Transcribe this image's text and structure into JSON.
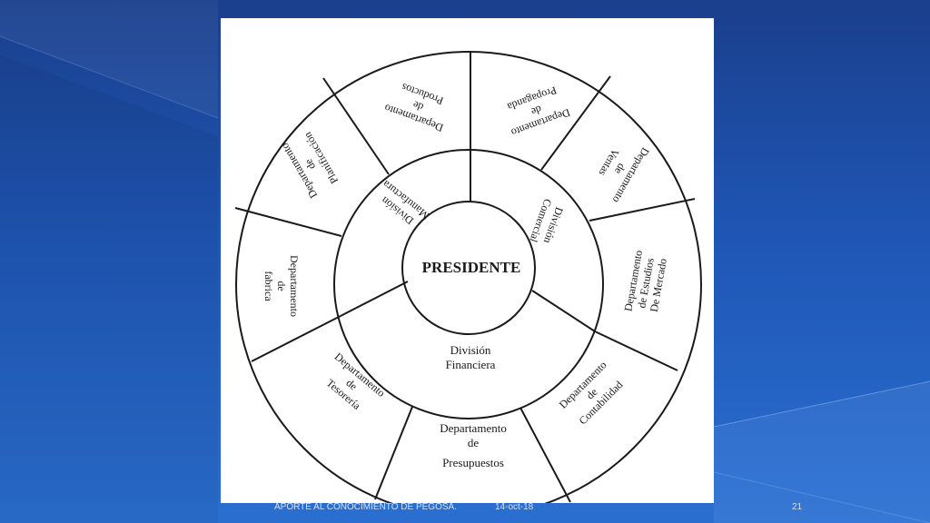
{
  "diagram": {
    "center": "PRESIDENTE",
    "divisions": {
      "manufactura": [
        "División",
        "Manufactura"
      ],
      "comercial": [
        "División",
        "Comercial"
      ],
      "financiera": [
        "División",
        "Financiera"
      ]
    },
    "departments": {
      "productos": [
        "Departamento",
        "de",
        "Productos"
      ],
      "propaganda": [
        "Departamento",
        "de",
        "Propaganda"
      ],
      "ventas": [
        "Departamento",
        "de",
        "Ventas"
      ],
      "mercado": [
        "Departamento",
        "de Estudios",
        "De Mercado"
      ],
      "contabilidad": [
        "Departamento",
        "de",
        "Contabilidad"
      ],
      "presupuestos": [
        "Departamento",
        "de",
        "Presupuestos"
      ],
      "tesoreria": [
        "Departamento",
        "de",
        "Tesorería"
      ],
      "fabrica": [
        "Departamento",
        "de",
        "fabrica"
      ],
      "planificacion": [
        "Departamento",
        "de",
        "Planificación"
      ]
    }
  },
  "footer": {
    "org": "APORTE  AL  CONOCIMIENTO  DE PEGOSA.",
    "date": "14-oct-18",
    "page": "21"
  }
}
